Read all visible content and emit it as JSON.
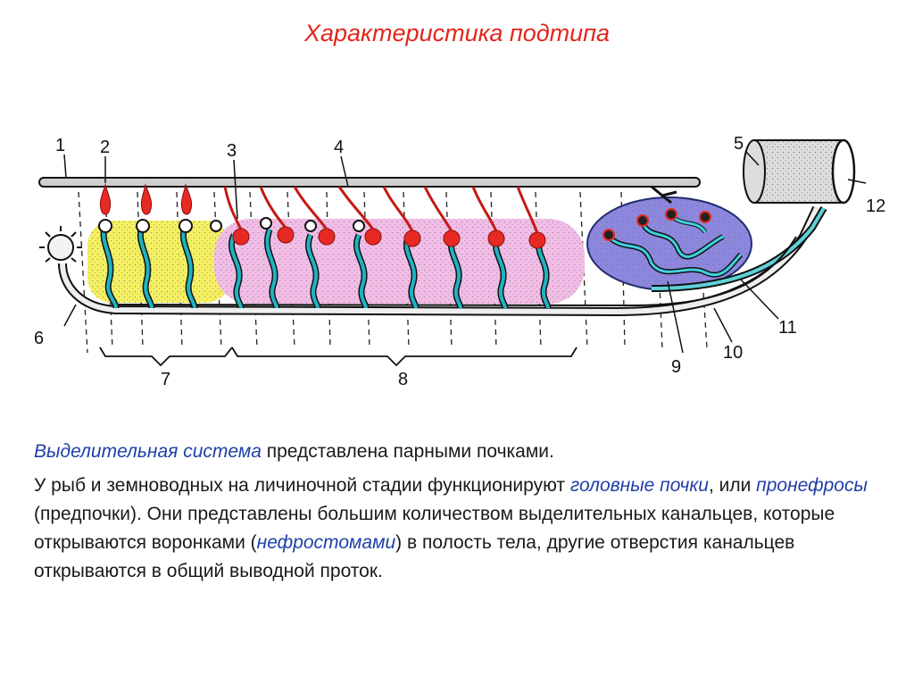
{
  "title": "Характеристика подтипа",
  "labels": {
    "l1": "1",
    "l2": "2",
    "l3": "3",
    "l4": "4",
    "l5": "5",
    "l6": "6",
    "l7": "7",
    "l8": "8",
    "l9": "9",
    "l10": "10",
    "l11": "11",
    "l12": "12"
  },
  "paragraph1": {
    "term": "Выделительная система",
    "rest": " представлена парными почками."
  },
  "paragraph2": {
    "t1": "У рыб и земноводных на личиночной стадии функционируют ",
    "term1": "головные почки",
    "t2": ", или ",
    "term2": "пронефросы",
    "t3": " (предпочки). Они представлены большим количеством выделительных канальцев, которые открываются воронками (",
    "term3": "нефростомами",
    "t4": ") в полость тела, другие отверстия канальцев открываются в общий выводной проток."
  },
  "colors": {
    "title": "#e1261c",
    "term": "#1f3fa8",
    "pronephros": "#f5f05a",
    "mesonephros": "#f2bde6",
    "metanephros": "#8d87df",
    "tubule": "#1fb3c2",
    "glomerulus": "#e62a23"
  }
}
